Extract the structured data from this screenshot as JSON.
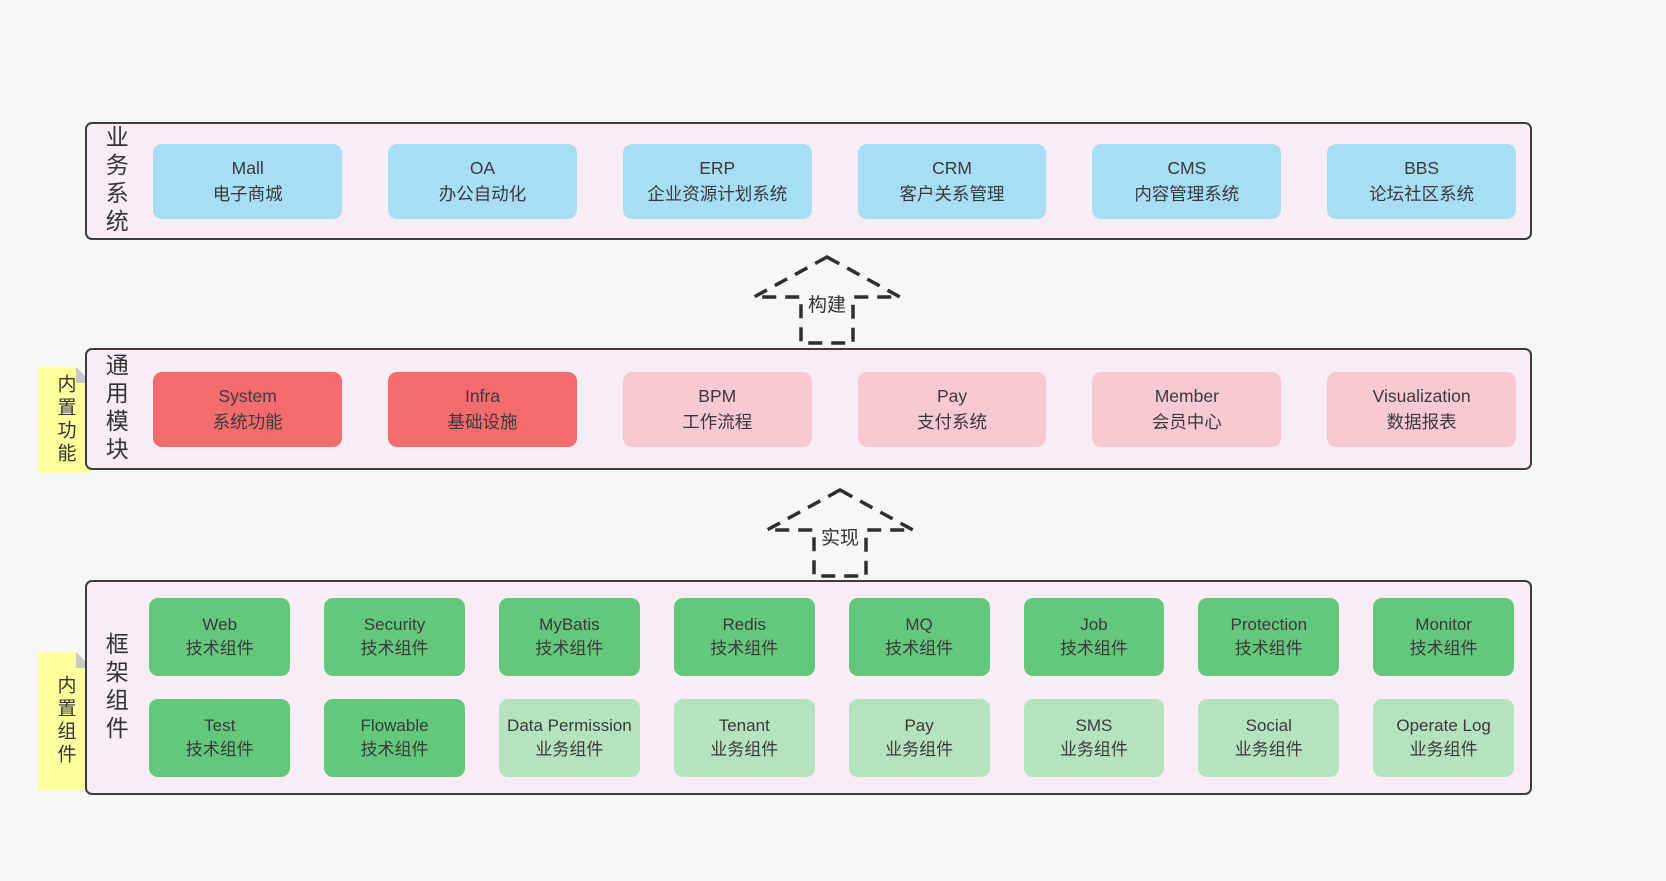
{
  "colors": {
    "page_bg": "#f7f7f7",
    "panel_bg": "#f8edf5",
    "panel_border": "#3d3d3d",
    "blue_box": "#a8ddf6",
    "red_box": "#f56c6f",
    "pink_box": "#f9c9d1",
    "green_dark_box": "#64c87c",
    "green_light_box": "#b6e3bf",
    "sticky_yellow": "#ffff9e",
    "text": "#3a3a3a"
  },
  "business": {
    "label": "业务系统",
    "boxes": [
      {
        "en": "Mall",
        "zh": "电子商城"
      },
      {
        "en": "OA",
        "zh": "办公自动化"
      },
      {
        "en": "ERP",
        "zh": "企业资源计划系统"
      },
      {
        "en": "CRM",
        "zh": "客户关系管理"
      },
      {
        "en": "CMS",
        "zh": "内容管理系统"
      },
      {
        "en": "BBS",
        "zh": "论坛社区系统"
      }
    ]
  },
  "arrow_build": {
    "label": "构建"
  },
  "modules": {
    "label": "通用模块",
    "sticky": "内置功能",
    "boxes": [
      {
        "en": "System",
        "zh": "系统功能",
        "variant": "red"
      },
      {
        "en": "Infra",
        "zh": "基础设施",
        "variant": "red"
      },
      {
        "en": "BPM",
        "zh": "工作流程",
        "variant": "pink"
      },
      {
        "en": "Pay",
        "zh": "支付系统",
        "variant": "pink"
      },
      {
        "en": "Member",
        "zh": "会员中心",
        "variant": "pink"
      },
      {
        "en": "Visualization",
        "zh": "数据报表",
        "variant": "pink"
      }
    ]
  },
  "arrow_implement": {
    "label": "实现"
  },
  "components": {
    "label": "框架组件",
    "sticky": "内置组件",
    "row1": [
      {
        "en": "Web",
        "zh": "技术组件",
        "variant": "green-dark"
      },
      {
        "en": "Security",
        "zh": "技术组件",
        "variant": "green-dark"
      },
      {
        "en": "MyBatis",
        "zh": "技术组件",
        "variant": "green-dark"
      },
      {
        "en": "Redis",
        "zh": "技术组件",
        "variant": "green-dark"
      },
      {
        "en": "MQ",
        "zh": "技术组件",
        "variant": "green-dark"
      },
      {
        "en": "Job",
        "zh": "技术组件",
        "variant": "green-dark"
      },
      {
        "en": "Protection",
        "zh": "技术组件",
        "variant": "green-dark"
      },
      {
        "en": "Monitor",
        "zh": "技术组件",
        "variant": "green-dark"
      }
    ],
    "row2": [
      {
        "en": "Test",
        "zh": "技术组件",
        "variant": "green-dark"
      },
      {
        "en": "Flowable",
        "zh": "技术组件",
        "variant": "green-dark"
      },
      {
        "en": "Data Permission",
        "zh": "业务组件",
        "variant": "green-light"
      },
      {
        "en": "Tenant",
        "zh": "业务组件",
        "variant": "green-light"
      },
      {
        "en": "Pay",
        "zh": "业务组件",
        "variant": "green-light"
      },
      {
        "en": "SMS",
        "zh": "业务组件",
        "variant": "green-light"
      },
      {
        "en": "Social",
        "zh": "业务组件",
        "variant": "green-light"
      },
      {
        "en": "Operate Log",
        "zh": "业务组件",
        "variant": "green-light"
      }
    ]
  }
}
